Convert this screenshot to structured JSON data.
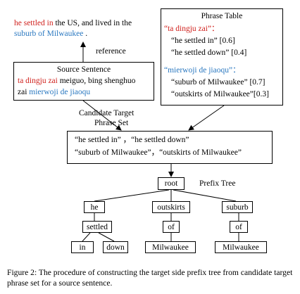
{
  "colors": {
    "accent_red": "#d0211d",
    "accent_blue": "#2a78c0"
  },
  "reference": {
    "line1_red": "he settled in",
    "line1_rest": " the US, and lived in the",
    "line2_blue": "suburb of Milwaukee",
    "line2_rest": " .",
    "label": "reference"
  },
  "source": {
    "title": "Source Sentence",
    "line1_red": "ta dingju zai",
    "line1_rest": " meiguo, bing shenghuo",
    "line2_prefix": "zai ",
    "line2_blue": "mierwoji de jiaoqu"
  },
  "phrase_table": {
    "title": "Phrase Table",
    "entry1_source": "“ta dingju zai”：",
    "entry1_opt1": "“he settled in” [0.6]",
    "entry1_opt2": "“he settled down” [0.4]",
    "entry2_source": "“mierwoji de jiaoqu”：",
    "entry2_opt1": "“suburb of Milwaukee” [0.7]",
    "entry2_opt2": "“outskirts of Milwaukee”[0.3]"
  },
  "candidate": {
    "label_line1": "Candidate Target",
    "label_line2": "Phrase Set",
    "line1": "“he settled in” ，“he settled down”",
    "line2": "“suburb of Milwaukee”，“outskirts of Milwaukee”"
  },
  "tree": {
    "title": "Prefix Tree",
    "root": "root",
    "he": "he",
    "settled": "settled",
    "in": "in",
    "down": "down",
    "outskirts": "outskirts",
    "of_left": "of",
    "milwaukee_left": "Milwaukee",
    "suburb": "suburb",
    "of_right": "of",
    "milwaukee_right": "Milwaukee"
  },
  "caption": "Figure 2: The procedure of constructing the target side prefix tree from candidate target phrase set for a source sentence."
}
